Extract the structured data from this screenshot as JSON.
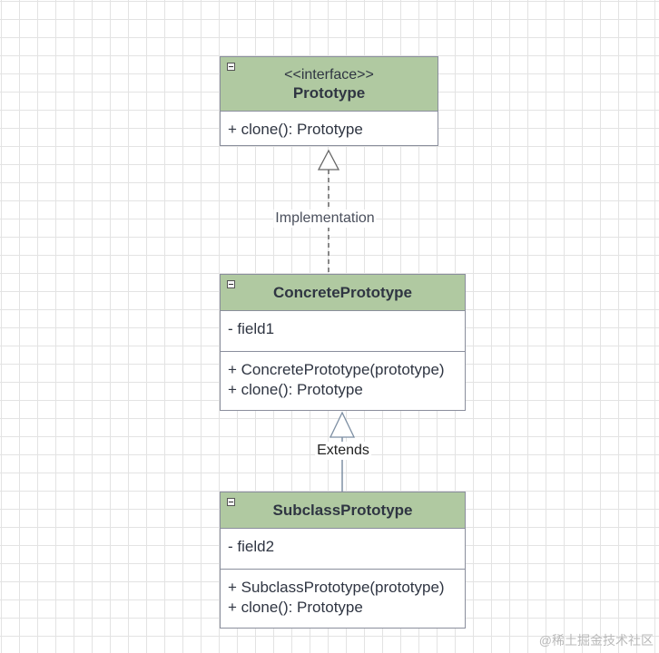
{
  "classes": {
    "prototype": {
      "stereotype": "<<interface>>",
      "name": "Prototype",
      "methods": [
        "+ clone(): Prototype"
      ]
    },
    "concrete": {
      "name": "ConcretePrototype",
      "fields": [
        "- field1"
      ],
      "methods": [
        "+ ConcretePrototype(prototype)",
        "+ clone(): Prototype"
      ]
    },
    "subclass": {
      "name": "SubclassPrototype",
      "fields": [
        "- field2"
      ],
      "methods": [
        "+ SubclassPrototype(prototype)",
        "+ clone(): Prototype"
      ]
    }
  },
  "relations": {
    "implementation": {
      "label": "Implementation",
      "style": "dashed-realization"
    },
    "extends": {
      "label": "Extends",
      "style": "solid-generalization"
    }
  },
  "watermark": "@稀土掘金技术社区",
  "colors": {
    "header_fill": "#b0c9a1",
    "border": "#8a8e9c",
    "text": "#2f3542",
    "edge_implementation": "#666666",
    "edge_extends": "#7d8fa3"
  },
  "icons": {
    "collapse": "collapse-minus-icon"
  }
}
